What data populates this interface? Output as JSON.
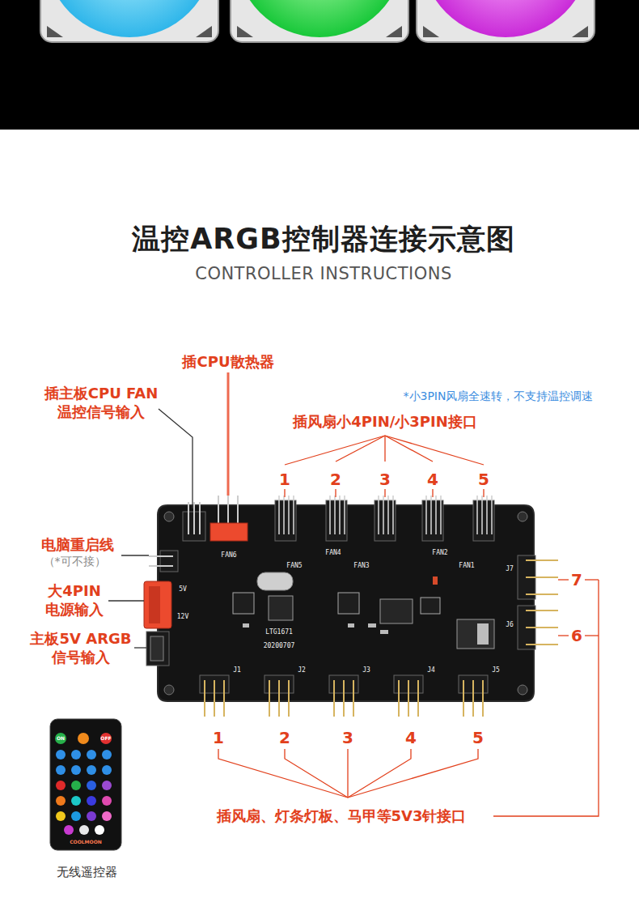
{
  "diagram": {
    "title": "温控ARGB控制器连接示意图",
    "labels": [
      "CONTROLLER INSTRUCTIONS",
      "插CPU散热器",
      "插主板CPU FAN 温控信号输入",
      "*小3PIN风扇全速转，不支持温控调速",
      "插风扇小4PIN/小3PIN接口",
      "1",
      "2",
      "3",
      "4",
      "5",
      "电脑重启线",
      "（*可不接）",
      "大4PIN 电源输入",
      "主板5V ARGB 信号输入",
      "7",
      "6",
      "1",
      "2",
      "3",
      "4",
      "5",
      "插风扇、灯条灯板、马甲等5V3针接口",
      "无线遥控器",
      "FAN6",
      "FAN5",
      "FAN4",
      "FAN3",
      "FAN2",
      "FAN1",
      "5V",
      "12V",
      "LTG1671",
      "20200707",
      "J1",
      "J2",
      "J3",
      "J4",
      "J5",
      "J7",
      "J6",
      "ON",
      "OFF",
      "COOLMOON"
    ]
  }
}
